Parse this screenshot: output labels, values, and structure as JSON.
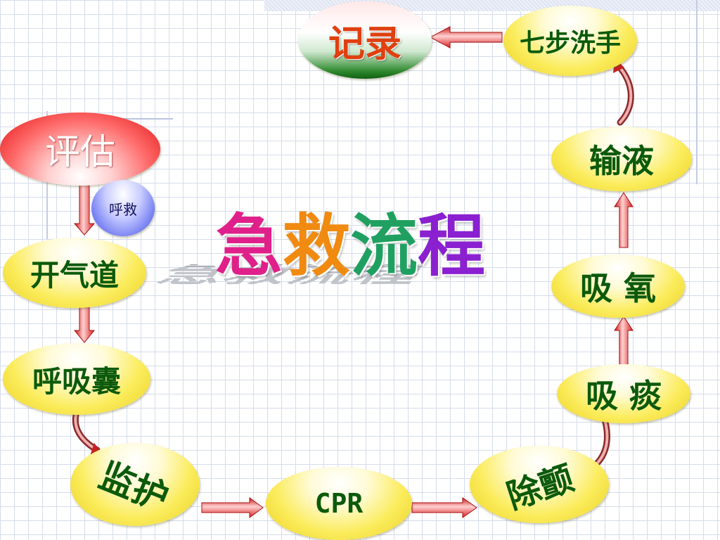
{
  "diagram_title": [
    "急",
    "救",
    "流",
    "程"
  ],
  "title_colors": [
    "#e0208a",
    "#f08a10",
    "#20a060",
    "#8a20d0"
  ],
  "nodes": {
    "assess": "评估",
    "call_help": "呼救",
    "open_airway": "开气道",
    "bag_valve": "呼吸囊",
    "monitor": "监护",
    "cpr": "CPR",
    "defibrillate": "除颤",
    "suction": "吸 痰",
    "oxygen": "吸 氧",
    "infusion": "输液",
    "handwash": "七步洗手",
    "record": "记录"
  },
  "colors": {
    "arrow_red": "#e83030",
    "node_yellow": "#f6e040",
    "node_text_green": "#0c5a0c",
    "record_text": "#e04010"
  }
}
